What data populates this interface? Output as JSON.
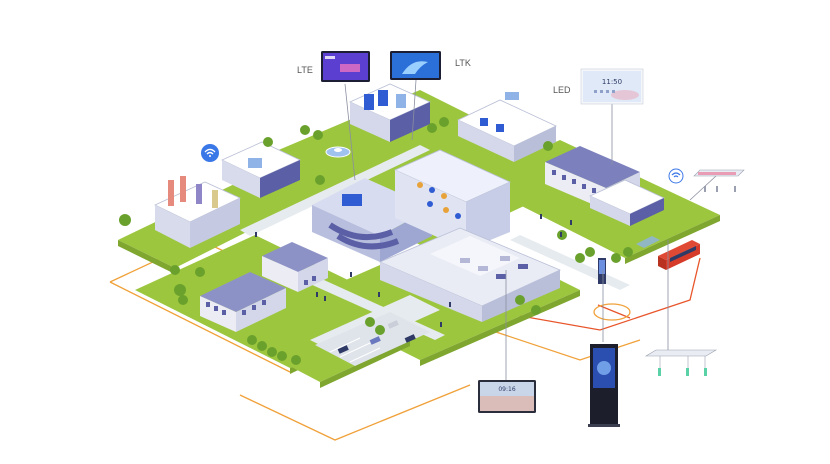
{
  "labels": {
    "lte": "LTE",
    "ltk": "LTK",
    "led": "LED"
  },
  "screens": {
    "led_time": "11:50",
    "board_time": "09:16"
  },
  "colors": {
    "grass": "#9dc63f",
    "grass_dark": "#7fa62f",
    "path": "#e6ebef",
    "building_wall": "#e9ecf5",
    "building_roof": "#5b5fa6",
    "accent_blue": "#2f5bd3",
    "route_orange": "#f0a13a",
    "route_red": "#e8552b",
    "bus_red": "#d63b2a"
  },
  "icons": [
    "wifi-icon",
    "wifi-icon"
  ]
}
